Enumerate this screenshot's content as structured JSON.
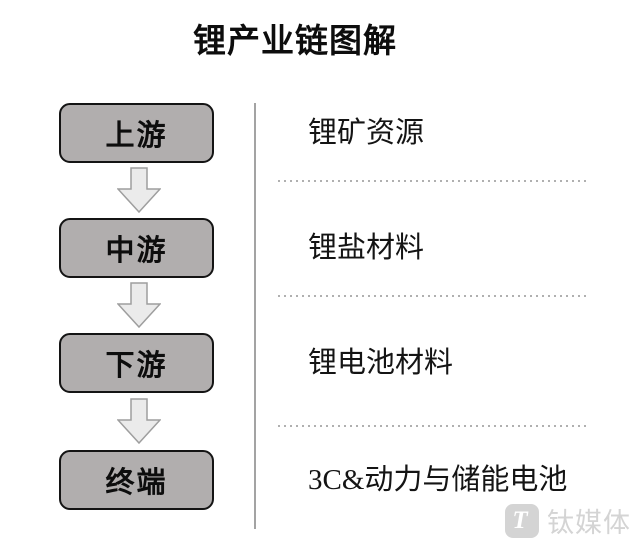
{
  "title": "锂产业链图解",
  "diagram": {
    "stages": [
      {
        "stage": "上游",
        "detail": "锂矿资源"
      },
      {
        "stage": "中游",
        "detail": "锂盐材料"
      },
      {
        "stage": "下游",
        "detail": "锂电池材料"
      },
      {
        "stage": "终端",
        "detail": "3C&动力与储能电池"
      }
    ],
    "flow_icon": "block-down-arrow"
  },
  "watermark": {
    "brand": "钛媒体",
    "logo_glyph": "T"
  },
  "colors": {
    "stage_box_fill": "#b1aeae",
    "stage_box_border": "#141414",
    "arrow_fill": "#ebebeb",
    "arrow_border": "#9e9e9e",
    "divider": "#a3a3a3",
    "dotted_line": "#b0b0b0",
    "watermark_gray": "#d4d4d4",
    "text": "#111111"
  }
}
